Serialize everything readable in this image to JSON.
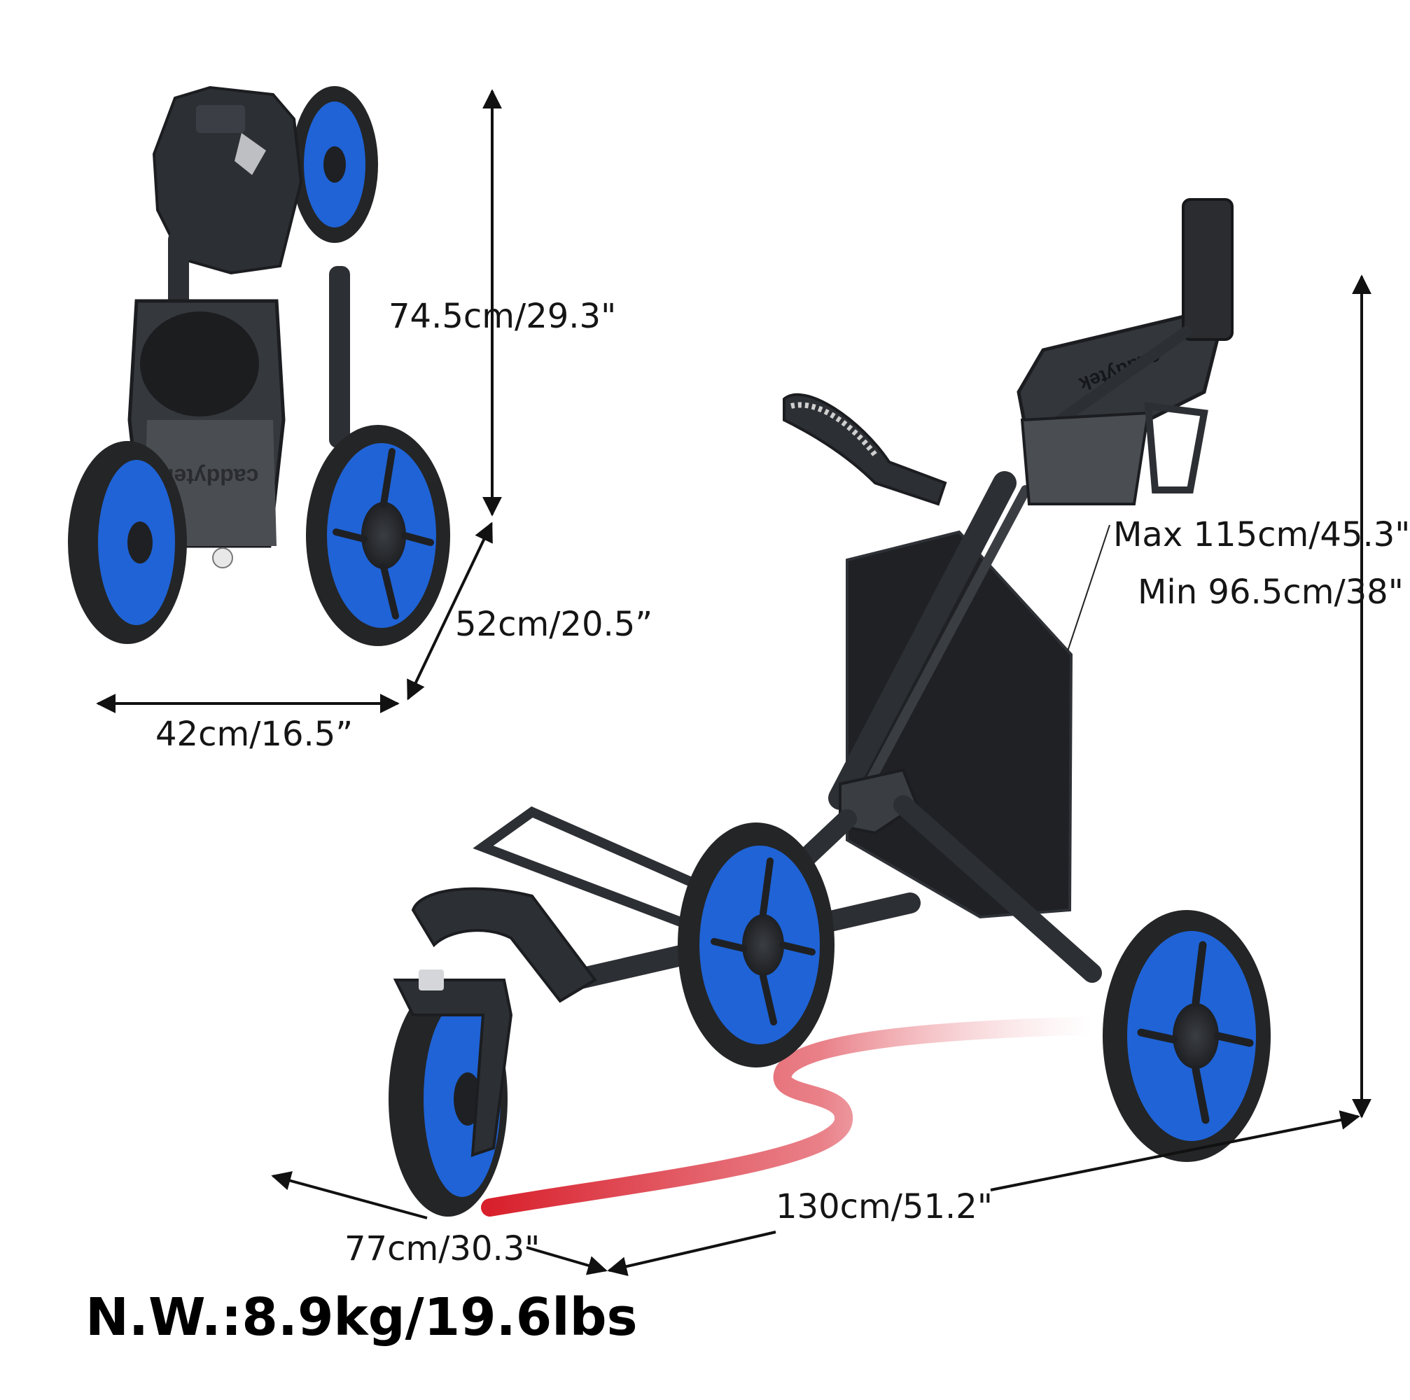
{
  "dimensions": {
    "folded_height": "74.5cm/29.3\"",
    "folded_depth": "52cm/20.5”",
    "folded_width": "42cm/16.5”",
    "open_height_max": "Max 115cm/45.3\"",
    "open_height_min": "Min 96.5cm/38\"",
    "open_length": "130cm/51.2\"",
    "open_width": "77cm/30.3\""
  },
  "net_weight": "N.W.:8.9kg/19.6lbs",
  "brand_text": "caddytek",
  "colors": {
    "frame": "#2c2f33",
    "frame_dark": "#1b1d20",
    "wheel_rim": "#1f63d6",
    "tire": "#242526",
    "path_red": "#e0303a",
    "arrow": "#111111"
  },
  "icons": {
    "arrows": "double-headed-dimension-arrow",
    "cart": "golf-push-cart"
  }
}
